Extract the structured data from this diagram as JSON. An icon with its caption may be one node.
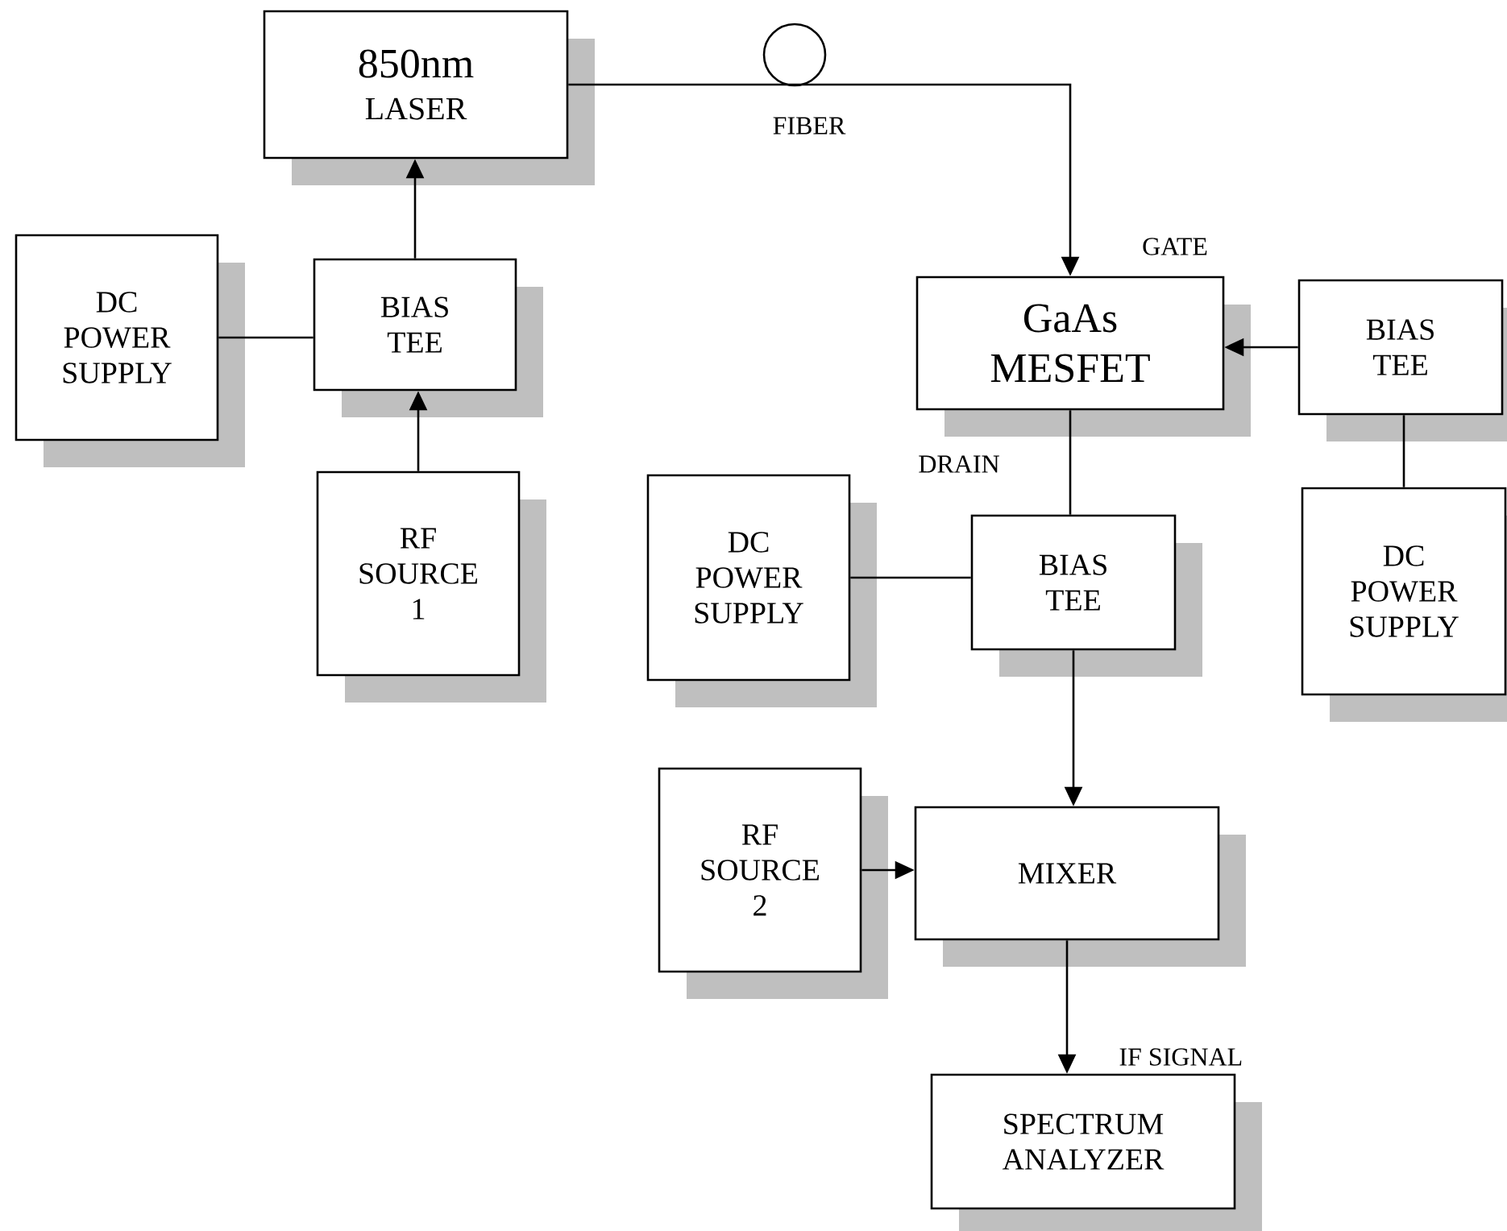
{
  "diagram": {
    "nodes": [
      {
        "text": [
          "850nm",
          "LASER"
        ]
      },
      {
        "text": [
          "DC POWER SUPPLY"
        ]
      },
      {
        "text": [
          "BIAS TEE"
        ]
      },
      {
        "text": [
          "RF SOURCE 1"
        ]
      },
      {
        "text": [
          "GaAs MESFET"
        ],
        "beside": [
          "GATE",
          "DRAIN"
        ]
      },
      {
        "text": [
          "BIAS TEE"
        ]
      },
      {
        "text": [
          "DC POWER SUPPLY"
        ]
      },
      {
        "text": [
          "BIAS TEE"
        ]
      },
      {
        "text": [
          "DC POWER SUPPLY"
        ]
      },
      {
        "text": [
          "RF SOURCE 2"
        ]
      },
      {
        "text": [
          "MIXER"
        ]
      },
      {
        "text": [
          "SPECTRUM ANALYZER"
        ]
      }
    ],
    "edges": [
      {
        "from": 2,
        "to": 0,
        "arrow": "to"
      },
      {
        "from": 1,
        "to": 2,
        "arrow": "none"
      },
      {
        "from": 3,
        "to": 2,
        "arrow": "to"
      },
      {
        "from": 0,
        "to": 4,
        "arrow": "to",
        "label": "FIBER"
      },
      {
        "from": 5,
        "to": 4,
        "arrow": "to"
      },
      {
        "from": 4,
        "to": 7,
        "arrow": "none"
      },
      {
        "from": 6,
        "to": 7,
        "arrow": "none"
      },
      {
        "from": 8,
        "to": 5,
        "arrow": "none"
      },
      {
        "from": 7,
        "to": 10,
        "arrow": "to"
      },
      {
        "from": 9,
        "to": 10,
        "arrow": "to"
      },
      {
        "from": 10,
        "to": 11,
        "arrow": "to",
        "label": "IF SIGNAL"
      }
    ]
  }
}
